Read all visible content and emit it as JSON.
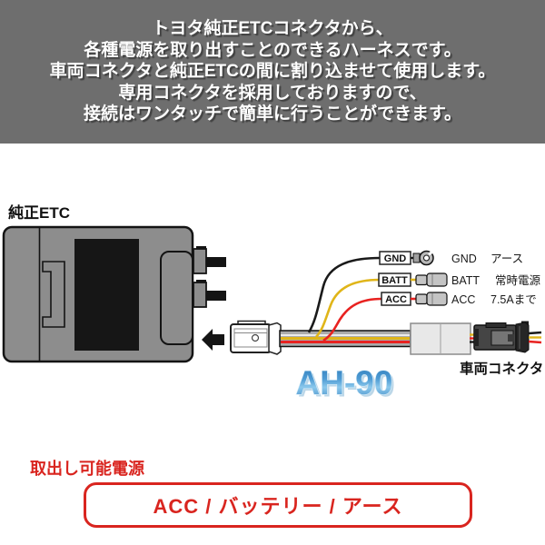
{
  "banner": {
    "lines": [
      "トヨタ純正ETCコネクタから、",
      "各種電源を取り出すことのできるハーネスです。",
      "車両コネクタと純正ETCの間に割り込ませて使用します。",
      "専用コネクタを採用しておりますので、",
      "接続はワンタッチで簡単に行うことができます。"
    ]
  },
  "diagram": {
    "etc_label": "純正ETC",
    "model": "AH-90",
    "vehicle_connector_label": "車両コネクタ",
    "wires": [
      {
        "tag": "GND",
        "desc": "アース",
        "color": "#1a1a1a"
      },
      {
        "tag": "BATT",
        "desc": "常時電源",
        "color": "#e0b519"
      },
      {
        "tag": "ACC",
        "desc": "7.5Aまで",
        "color": "#e82220"
      }
    ]
  },
  "footer": {
    "heading": "取出し可能電源",
    "box_text": "ACC / バッテリー / アース"
  },
  "colors": {
    "banner_bg": "#6e6e6e",
    "accent_red": "#d9251f",
    "model_blue": "#3a8fcc",
    "unit_gray": "#8d8d8d",
    "wire_black": "#1a1a1a",
    "wire_yellow": "#e0b519",
    "wire_red": "#e82220"
  }
}
